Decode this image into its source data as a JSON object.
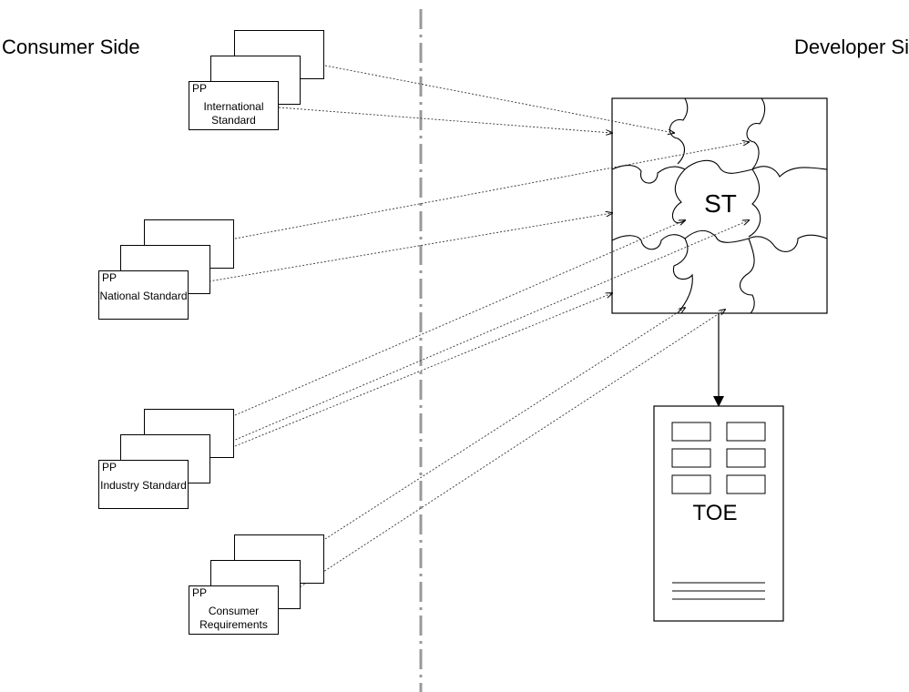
{
  "labels": {
    "consumer_side": "Consumer Side",
    "developer_side": "Developer Side",
    "st": "ST",
    "toe": "TOE"
  },
  "protection_profiles": [
    {
      "tag": "PP",
      "title": "International Standard"
    },
    {
      "tag": "PP",
      "title": "National Standard"
    },
    {
      "tag": "PP",
      "title": "Industry Standard"
    },
    {
      "tag": "PP",
      "title": "Consumer Requirements"
    }
  ]
}
